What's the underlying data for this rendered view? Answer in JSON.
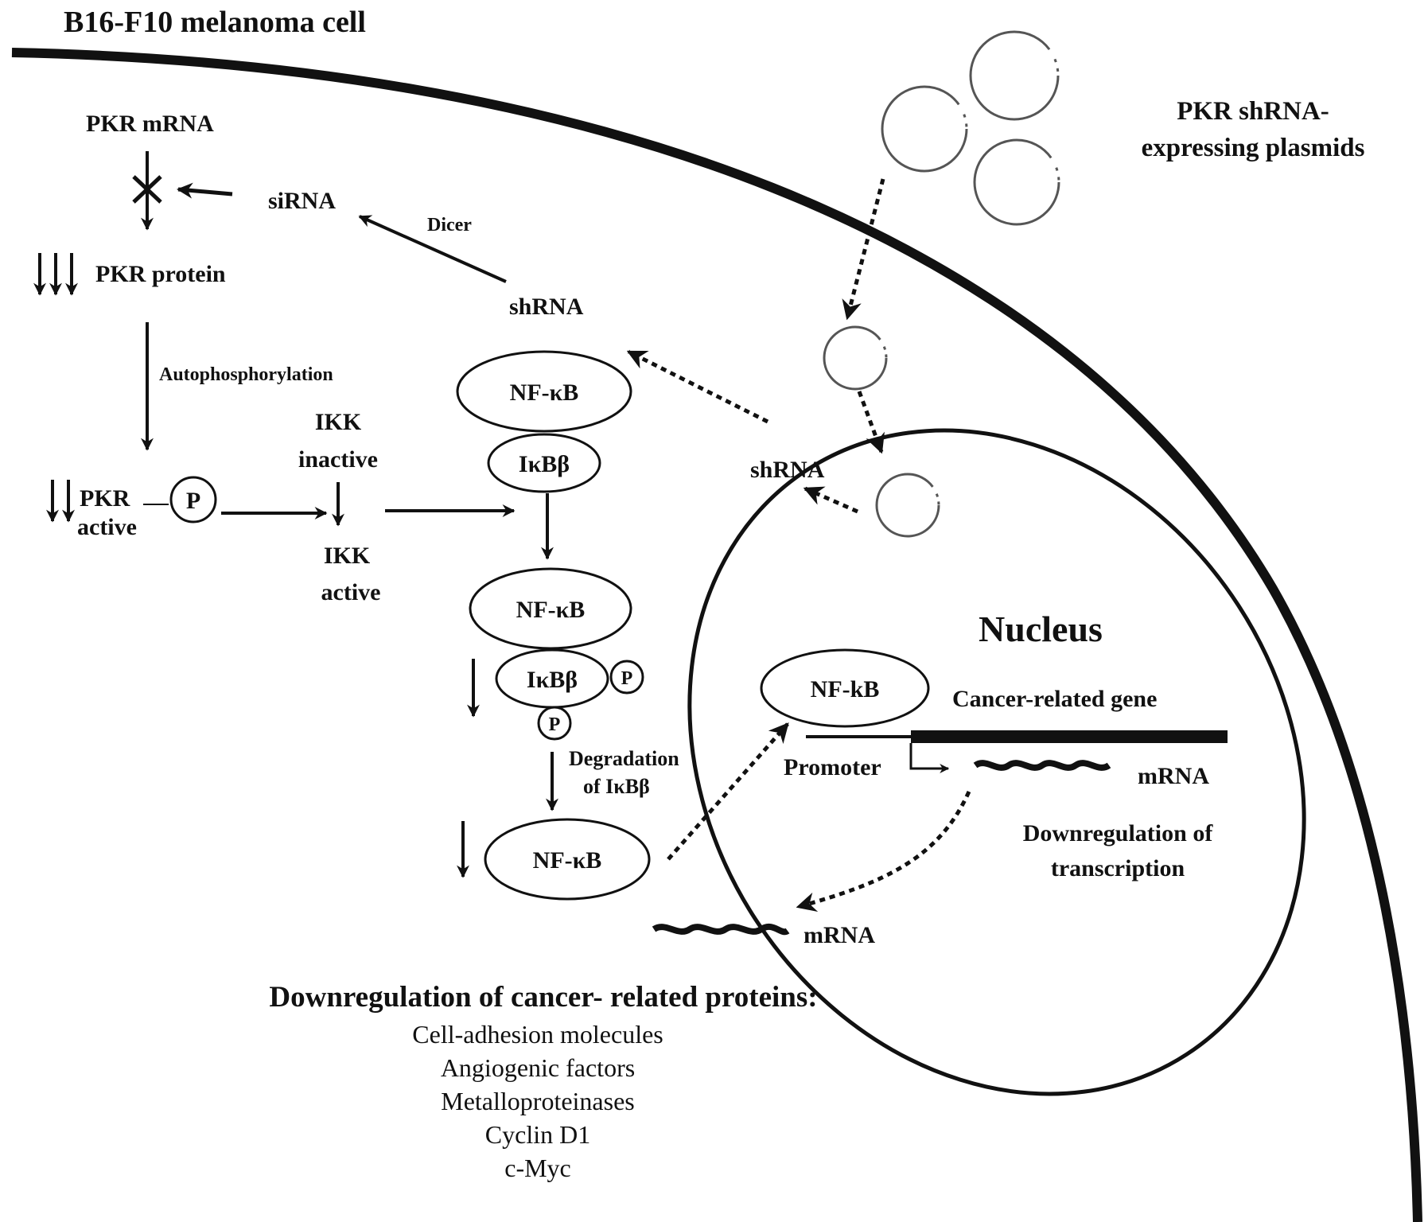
{
  "title": "B16-F10 melanoma cell",
  "plasmids_label": [
    "PKR shRNA-",
    "expressing plasmids"
  ],
  "nucleus_label": "Nucleus",
  "pathway": {
    "pkr_mrna": "PKR mRNA",
    "sirna": "siRNA",
    "dicer": "Dicer",
    "shrna_cytoplasm": "shRNA",
    "shrna_nucleus": "shRNA",
    "pkr_protein": "PKR protein",
    "autophosphorylation": "Autophosphorylation",
    "pkr": "PKR",
    "active": "active",
    "p_symbol": "P",
    "ikk": "IKK",
    "inactive": "inactive",
    "ikk_active_1": "IKK",
    "ikk_active_2": "active",
    "nfkb": "NF-κB",
    "ikbb": "IκBβ",
    "degradation_1": "Degradation",
    "degradation_2": "of  IκBβ",
    "nfkb_nucleus": "NF-kB",
    "cancer_gene": "Cancer-related gene",
    "promoter": "Promoter",
    "mrna_nucleus": "mRNA",
    "downreg_transcription_1": "Downregulation  of",
    "downreg_transcription_2": "transcription",
    "mrna_cytoplasm": "mRNA"
  },
  "downregulation": {
    "heading": "Downregulation of cancer- related proteins:",
    "items": [
      "Cell-adhesion  molecules",
      "Angiogenic  factors",
      "Metalloproteinases",
      "Cyclin  D1",
      "c-Myc"
    ]
  }
}
